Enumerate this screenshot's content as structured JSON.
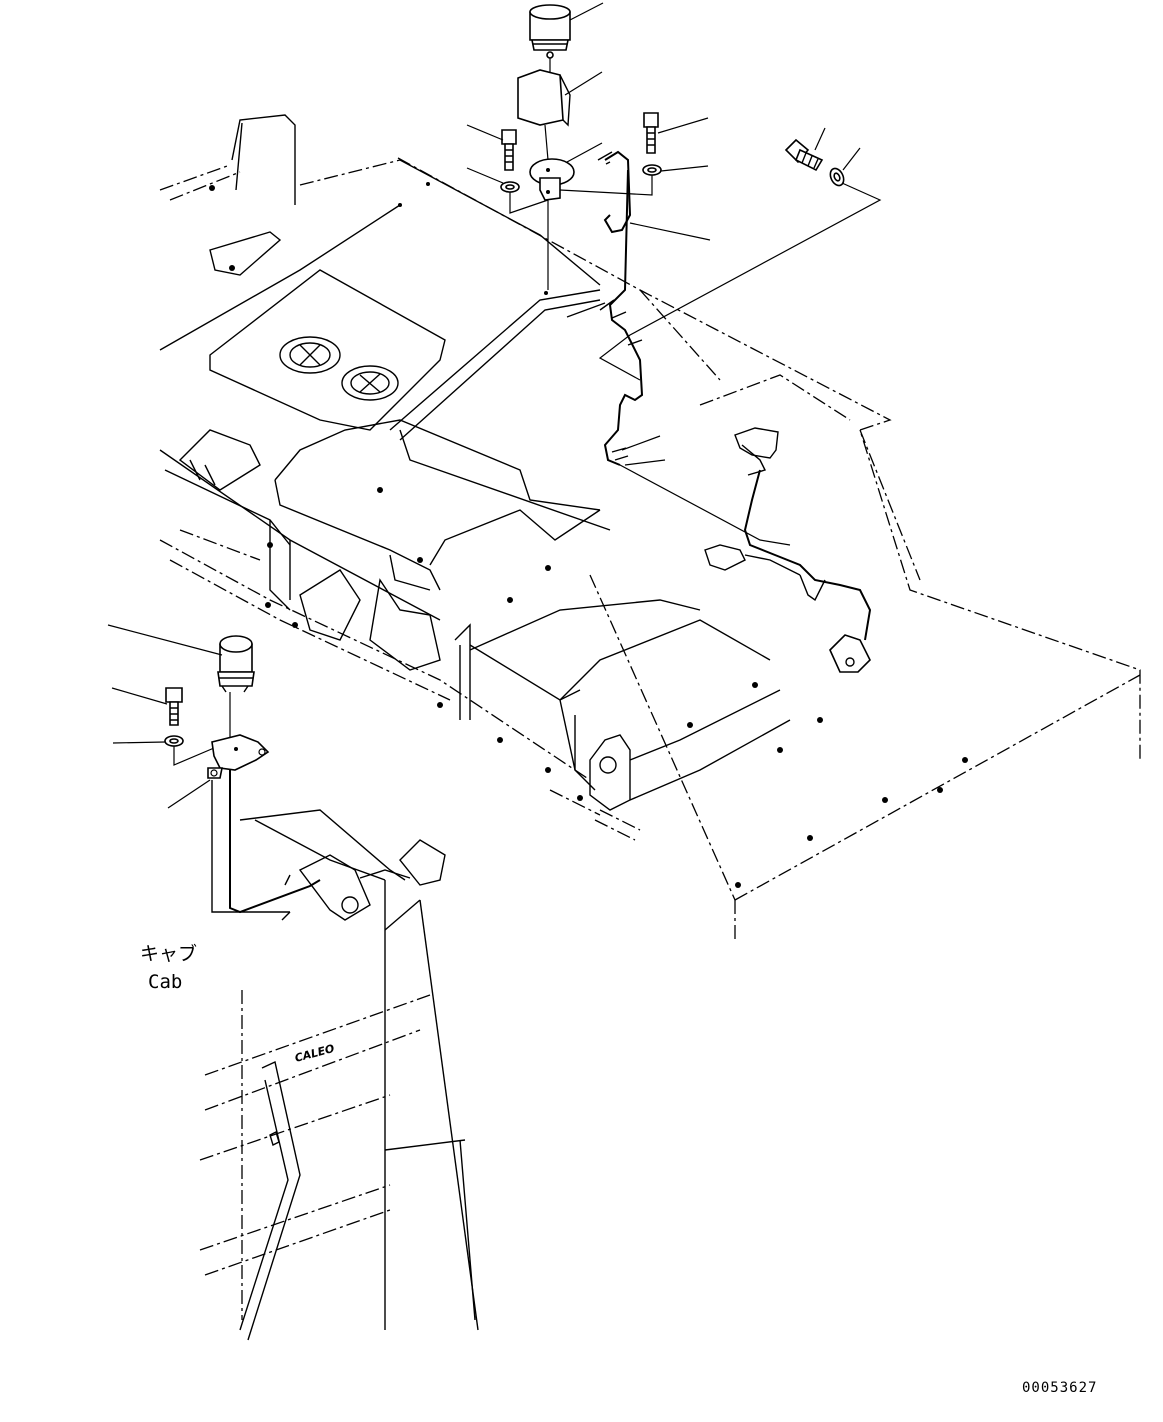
{
  "labels": {
    "cab_jp": "キャブ",
    "cab_en": "Cab",
    "figure_id": "00053627",
    "logo": "CALEO"
  }
}
